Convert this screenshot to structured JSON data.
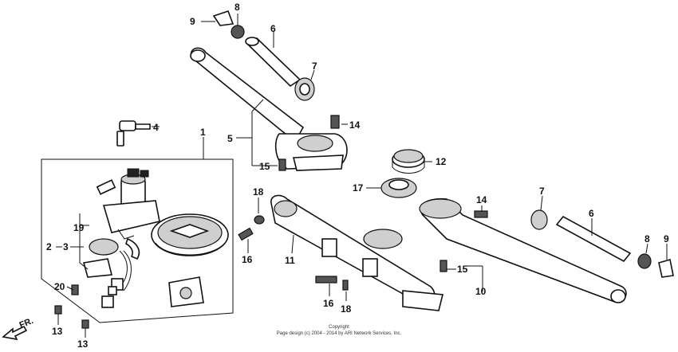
{
  "callouts": {
    "c1": "1",
    "c2": "2",
    "c3": "3",
    "c4": "4",
    "c5": "5",
    "c6a": "6",
    "c6b": "6",
    "c7a": "7",
    "c7b": "7",
    "c8a": "8",
    "c8b": "8",
    "c9a": "9",
    "c9b": "9",
    "c10": "10",
    "c11": "11",
    "c12": "12",
    "c13a": "13",
    "c13b": "13",
    "c14a": "14",
    "c14b": "14",
    "c15a": "15",
    "c15b": "15",
    "c16a": "16",
    "c16b": "16",
    "c17": "17",
    "c18a": "18",
    "c18b": "18",
    "c19": "19",
    "c20": "20"
  },
  "direction_label": "FR.",
  "copyright": {
    "line1": "Copyright",
    "line2": "Page design (c) 2004 - 2014 by ARI Network Services, Inc."
  }
}
